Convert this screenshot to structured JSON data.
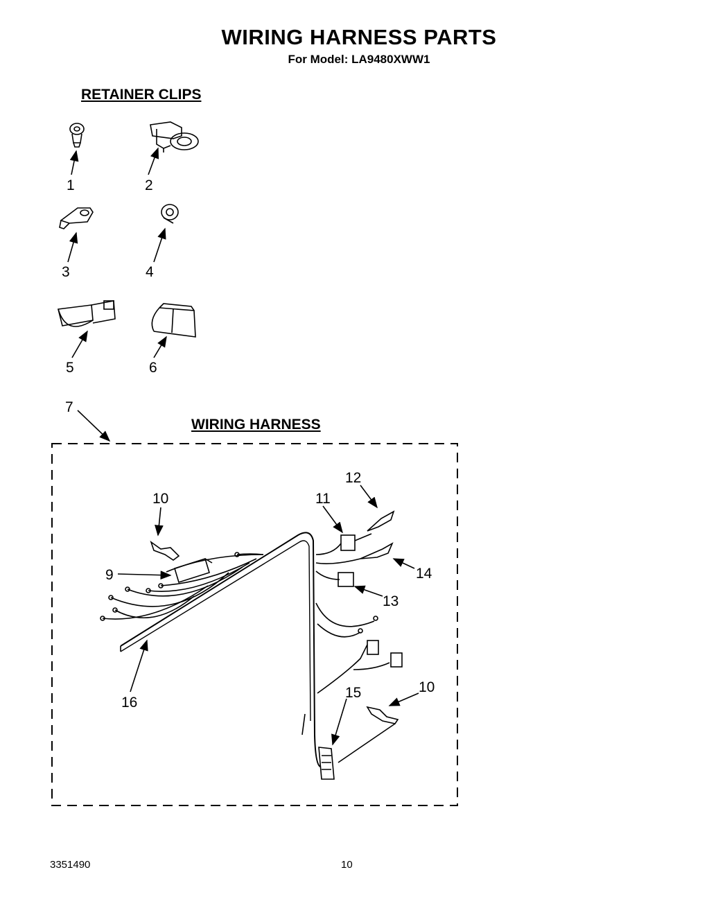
{
  "title": "WIRING HARNESS PARTS",
  "subtitle": "For Model: LA9480XWW1",
  "sections": {
    "retainer_clips": "RETAINER CLIPS",
    "wiring_harness": "WIRING HARNESS"
  },
  "callouts": {
    "c1": "1",
    "c2": "2",
    "c3": "3",
    "c4": "4",
    "c5": "5",
    "c6": "6",
    "c7": "7",
    "c9": "9",
    "c10a": "10",
    "c10b": "10",
    "c11": "11",
    "c12": "12",
    "c13": "13",
    "c14": "14",
    "c15": "15",
    "c16": "16"
  },
  "footer": {
    "doc_number": "3351490",
    "page_number": "10"
  }
}
